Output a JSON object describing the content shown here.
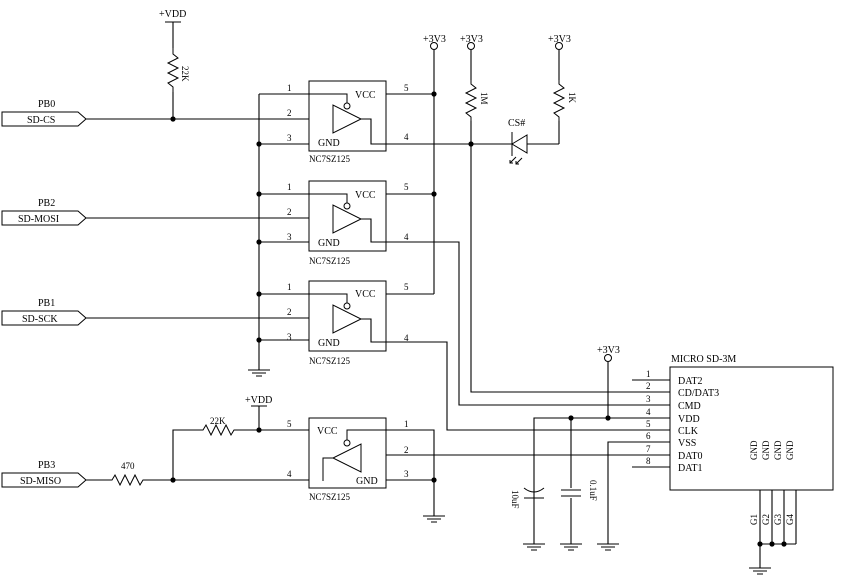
{
  "schematic": {
    "nets": {
      "pb0": "PB0",
      "sd_cs": "SD-CS",
      "pb2": "PB2",
      "sd_mosi": "SD-MOSI",
      "pb1": "PB1",
      "sd_sck": "SD-SCK",
      "pb3": "PB3",
      "sd_miso": "SD-MISO"
    },
    "power": {
      "vdd": "+VDD",
      "v33": "+3V3"
    },
    "resistors": {
      "r_pullup_cs": "22K",
      "r_cs_1m": "1M",
      "r_led": "1K",
      "r_miso_pullup": "22K",
      "r_miso_series": "470"
    },
    "led": {
      "label": "CS#"
    },
    "capacitors": {
      "c1": "10uF",
      "c2": "0.1uF"
    },
    "buffer": {
      "part": "NC7SZ125",
      "vcc": "VCC",
      "gnd": "GND",
      "pins": {
        "p1": "1",
        "p2": "2",
        "p3": "3",
        "p4": "4",
        "p5": "5"
      }
    },
    "sd": {
      "title": "MICRO SD-3M",
      "pins": [
        {
          "num": "1",
          "name": "DAT2"
        },
        {
          "num": "2",
          "name": "CD/DAT3"
        },
        {
          "num": "3",
          "name": "CMD"
        },
        {
          "num": "4",
          "name": "VDD"
        },
        {
          "num": "5",
          "name": "CLK"
        },
        {
          "num": "6",
          "name": "VSS"
        },
        {
          "num": "7",
          "name": "DAT0"
        },
        {
          "num": "8",
          "name": "DAT1"
        }
      ],
      "gnd_pins": [
        {
          "pin": "GND",
          "label": "G1"
        },
        {
          "pin": "GND",
          "label": "G2"
        },
        {
          "pin": "GND",
          "label": "G3"
        },
        {
          "pin": "GND",
          "label": "G4"
        }
      ]
    }
  }
}
